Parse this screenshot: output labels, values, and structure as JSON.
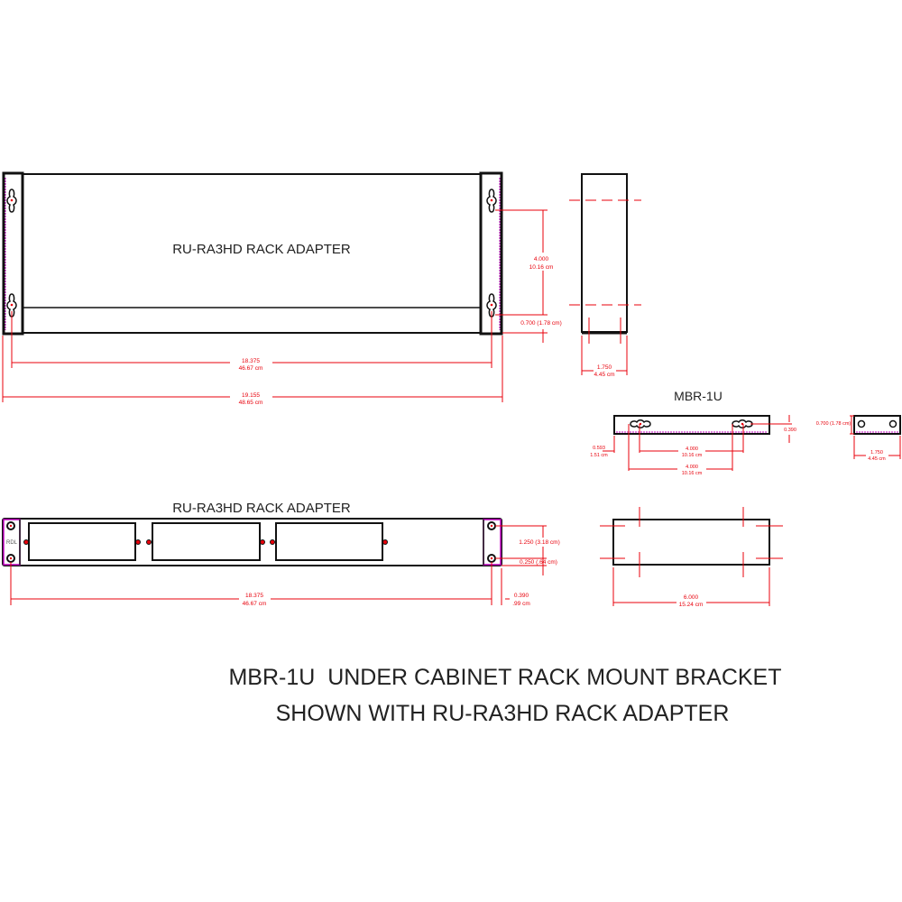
{
  "drawing": {
    "title_line1": "MBR-1U  UNDER CABINET RACK MOUNT BRACKET",
    "title_line2": "SHOWN WITH RU-RA3HD RACK ADAPTER",
    "colors": {
      "outline": "#111111",
      "dimension": "#e8000b",
      "edge_highlight": "#c000c0"
    }
  },
  "front_view": {
    "label": "RU-RA3HD RACK ADAPTER",
    "dim_hole_spacing": {
      "in": "18.375",
      "cm": "46.67 cm"
    },
    "dim_overall_width": {
      "in": "19.155",
      "cm": "48.65 cm"
    },
    "dim_vertical_hole": {
      "in": "4.000",
      "cm": "10.16 cm"
    },
    "dim_bottom_offset": "0.700 (1.78 cm)"
  },
  "side_view": {
    "dim_depth": {
      "in": "1.750",
      "cm": "4.45 cm"
    }
  },
  "bracket_view": {
    "label": "MBR-1U",
    "dim_height": "0.390",
    "dim_edge": {
      "in": "0.593",
      "cm": "1.51 cm"
    },
    "dim_slot_spacing_a": {
      "in": "4.000",
      "cm": "10.16 cm"
    },
    "dim_slot_spacing_b": {
      "in": "4.000",
      "cm": "10.16 cm"
    }
  },
  "bracket_side_view": {
    "dim_height": "0.700 (1.78 cm)",
    "dim_depth": {
      "in": "1.750",
      "cm": "4.45 cm"
    }
  },
  "rack_front_view": {
    "label": "RU-RA3HD RACK ADAPTER",
    "logo_text": "RDL",
    "dim_hole_vertical": "1.250 (3.18 cm)",
    "dim_hole_edge": "0.250 (.64 cm)",
    "dim_hole_spacing": {
      "in": "18.375",
      "cm": "46.67 cm"
    },
    "dim_ear_edge": {
      "in": "0.390",
      "cm": ".99 cm"
    }
  },
  "bracket_top_view": {
    "dim_length": {
      "in": "6.000",
      "cm": "15.24 cm"
    }
  }
}
